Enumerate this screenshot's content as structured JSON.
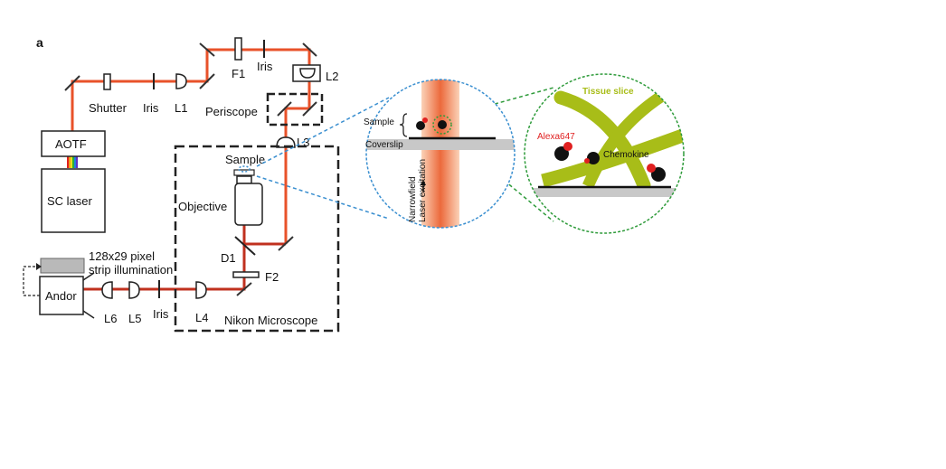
{
  "panel_label": "a",
  "components": {
    "shutter": "Shutter",
    "iris_1": "Iris",
    "lens_l1": "L1",
    "filter_f1": "F1",
    "iris_2": "Iris",
    "lens_l2": "L2",
    "periscope": "Periscope",
    "lens_l3": "L3",
    "aotf": "AOTF",
    "sc_laser": "SC laser",
    "sample": "Sample",
    "objective": "Objective",
    "dichroic_d1": "D1",
    "filter_f2": "F2",
    "camera_line1": "128x29 pixel",
    "camera_line2": "strip illumination",
    "andor": "Andor",
    "lens_l6": "L6",
    "lens_l5": "L5",
    "iris_3": "Iris",
    "lens_l4": "L4",
    "microscope": "Nikon Microscope"
  },
  "inset_sample": {
    "sample": "Sample",
    "coverslip": "Coverslip",
    "excitation_line1": "Narrowfield",
    "excitation_line2": "Laser excitation"
  },
  "inset_tissue": {
    "tissue": "Tissue slice",
    "alexa": "Alexa647",
    "chemokine": "Chemokine"
  },
  "colors": {
    "beam_orange": "#e8522a",
    "beam_red": "#c0311f",
    "tissue_green": "#a8bd18",
    "dot_red": "#e02020",
    "inset_blue": "#3a8fd0",
    "inset_green": "#2e9b3a",
    "coverslip_gray": "#c8c8c8"
  }
}
